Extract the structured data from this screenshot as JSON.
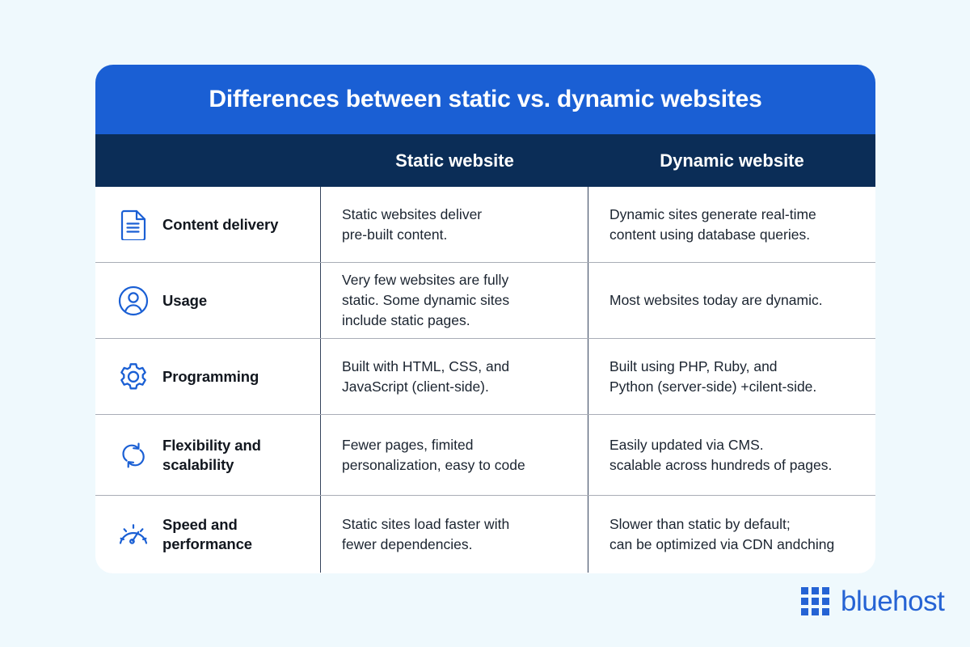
{
  "page": {
    "background_color": "#eff9fd"
  },
  "card": {
    "title": "Differences between static vs. dynamic websites",
    "title_bar_color": "#1a5fd4",
    "header_bar_color": "#0b2d57",
    "icon_color": "#1a5fd4",
    "columns": {
      "label": "",
      "static": "Static website",
      "dynamic": "Dynamic website"
    },
    "rows": [
      {
        "icon": "document-icon",
        "label": "Content delivery",
        "static": "Static websites deliver\npre-built content.",
        "dynamic": "Dynamic sites generate real-time\ncontent using database queries."
      },
      {
        "icon": "user-icon",
        "label": "Usage",
        "static": "Very few websites are fully\nstatic. Some dynamic sites\ninclude static pages.",
        "dynamic": "Most websites today are dynamic."
      },
      {
        "icon": "gear-icon",
        "label": "Programming",
        "static": "Built with HTML, CSS, and\nJavaScript (client-side).",
        "dynamic": "Built using PHP, Ruby, and\nPython (server-side) +cilent-side."
      },
      {
        "icon": "refresh-sync-icon",
        "label": "Flexibility and scalability",
        "static": "Fewer pages, fimited\npersonalization,  easy to code",
        "dynamic": "Easily updated via CMS.\nscalable across hundreds of pages."
      },
      {
        "icon": "speedometer-icon",
        "label": "Speed and performance",
        "static": "Static sites load faster with\nfewer dependencies.",
        "dynamic": "Slower than static by default;\ncan be optimized via CDN andching"
      }
    ]
  },
  "logo": {
    "text": "bluehost",
    "color": "#2563d4"
  }
}
